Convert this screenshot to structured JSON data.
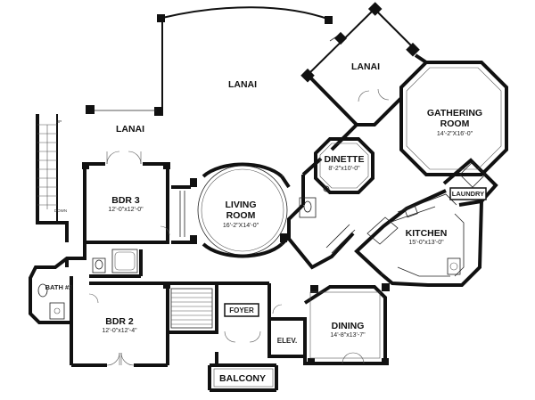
{
  "rooms": {
    "lanai_main": {
      "name": "LANAI"
    },
    "lanai_upper": {
      "name": "LANAI"
    },
    "lanai_left": {
      "name": "LANAI"
    },
    "gathering": {
      "name": "GATHERING",
      "name2": "ROOM",
      "dims": "14'-2\"X16'-0\""
    },
    "dinette": {
      "name": "DINETTE",
      "dims": "8'-2\"x10'-0\""
    },
    "living": {
      "name": "LIVING",
      "name2": "ROOM",
      "dims": "16'-2\"X14'-0\""
    },
    "bdr3": {
      "name": "BDR 3",
      "dims": "12'-0\"x12'-0\""
    },
    "bdr2": {
      "name": "BDR 2",
      "dims": "12'-0\"x12'-4\""
    },
    "bath2": {
      "name": "BATH #2"
    },
    "kitchen": {
      "name": "KITCHEN",
      "dims": "15'-0\"x13'-0\""
    },
    "laundry": {
      "name": "LAUNDRY"
    },
    "foyer": {
      "name": "FOYER"
    },
    "elev": {
      "name": "ELEV."
    },
    "dining": {
      "name": "DINING",
      "dims": "14'-8\"x13'-7\""
    },
    "balcony": {
      "name": "BALCONY"
    }
  },
  "stairs": {
    "up": "UP",
    "down": "DOWN"
  }
}
